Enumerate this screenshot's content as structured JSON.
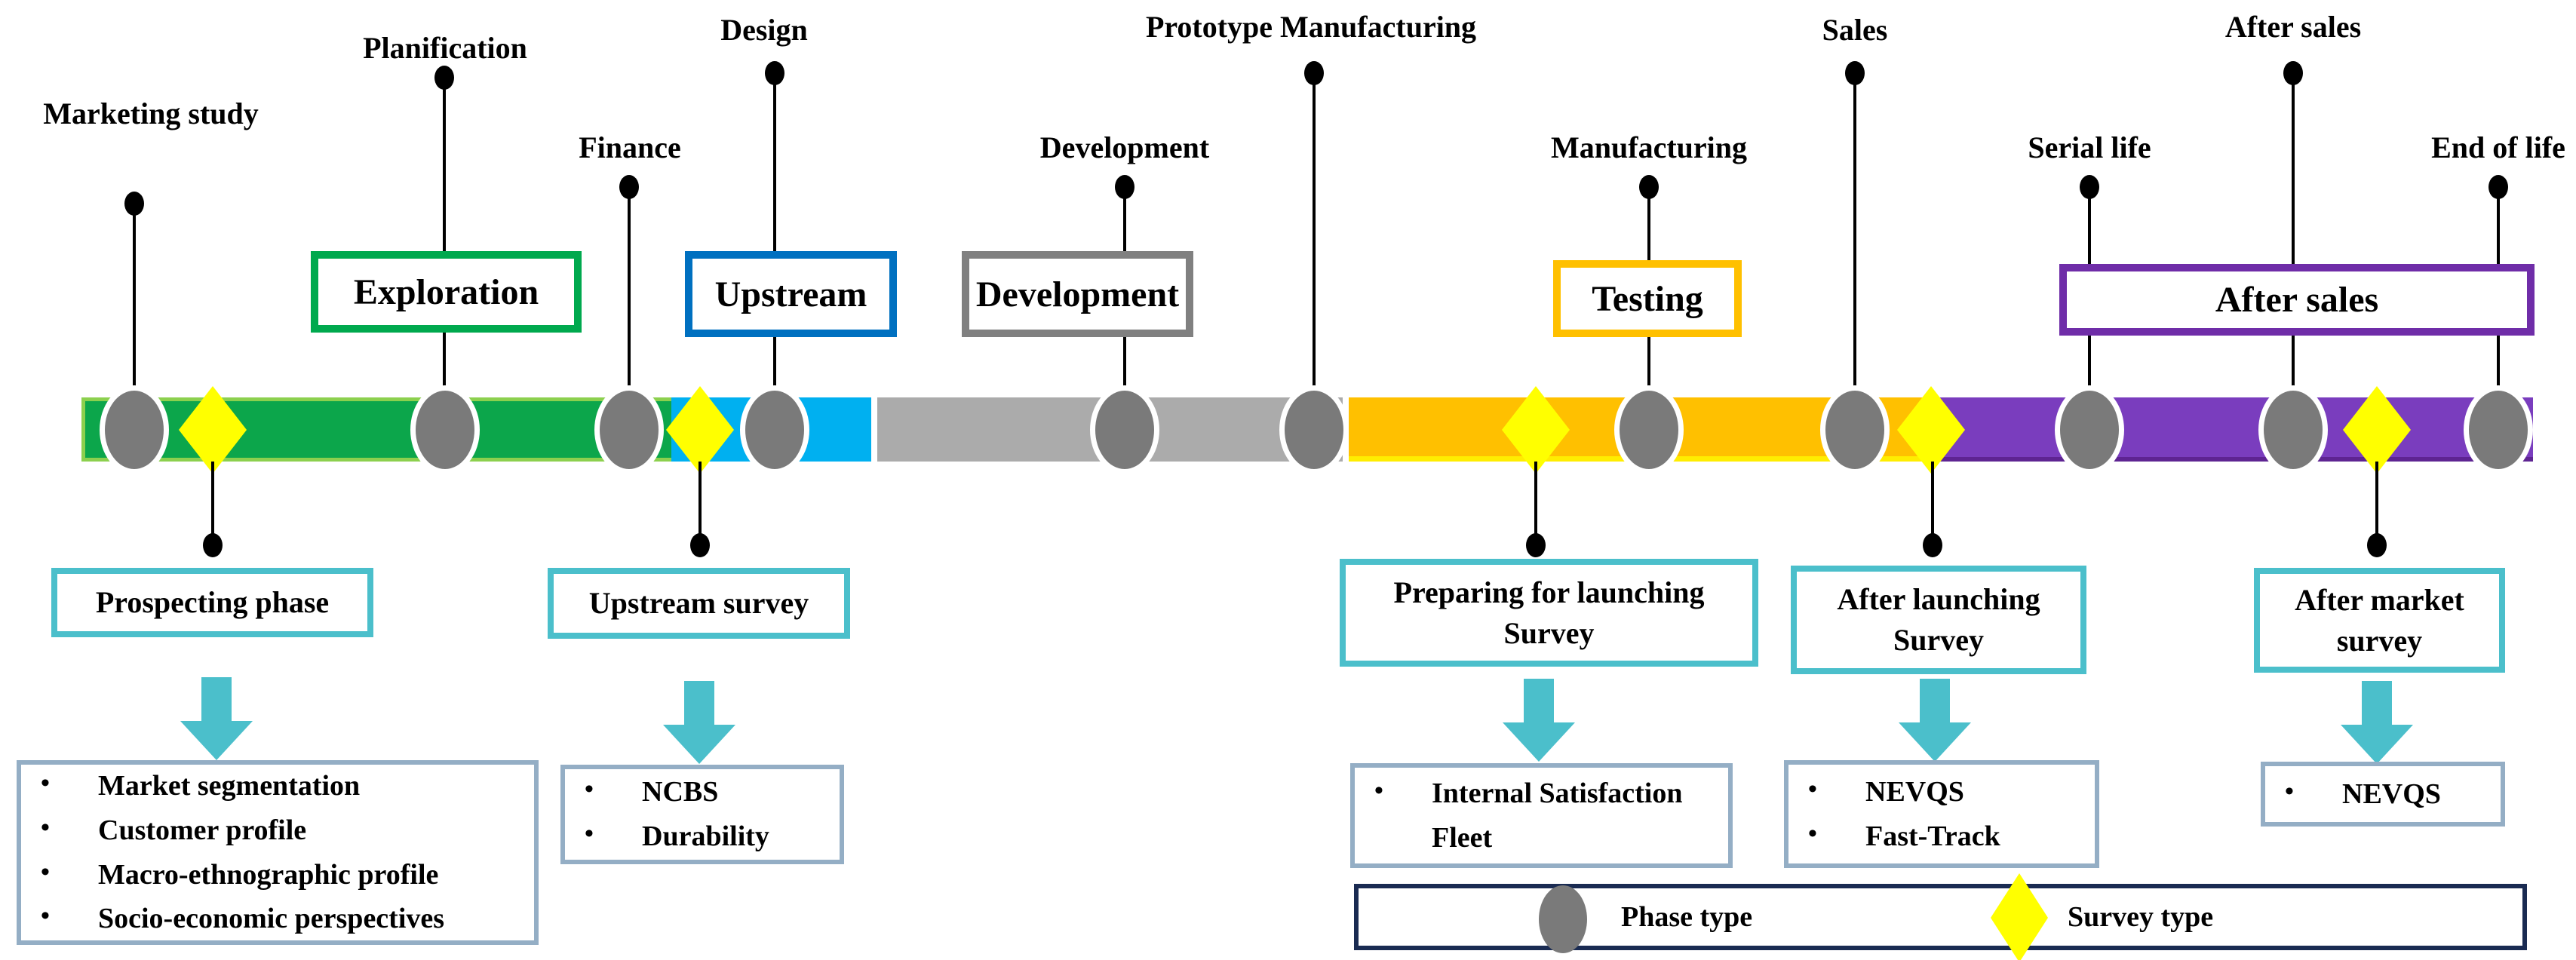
{
  "top_labels": [
    "Marketing study",
    "Planification",
    "Finance",
    "Design",
    "Development",
    "Prototype Manufacturing",
    "Manufacturing",
    "Sales",
    "Serial life",
    "After sales",
    "End of life"
  ],
  "phases": [
    "Exploration",
    "Upstream",
    "Development",
    "Testing",
    "After sales"
  ],
  "surveys": [
    {
      "title": "Prospecting phase",
      "items": [
        "Market segmentation",
        "Customer profile",
        "Macro-ethnographic profile",
        "Socio-economic perspectives"
      ]
    },
    {
      "title": "Upstream survey",
      "items": [
        "NCBS",
        "Durability"
      ]
    },
    {
      "title": "Preparing for launching Survey",
      "items": [
        "Internal Satisfaction Fleet"
      ]
    },
    {
      "title": "After launching Survey",
      "items": [
        "NEVQS",
        "Fast-Track"
      ]
    },
    {
      "title": "After market survey",
      "items": [
        "NEVQS"
      ]
    }
  ],
  "legend": {
    "items": [
      {
        "icon": "phase-marker-icon",
        "label": "Phase type"
      },
      {
        "icon": "survey-marker-icon",
        "label": "Survey type"
      }
    ]
  },
  "colors": {
    "phase_green": "#00A94E",
    "segment_green": "#0CA64B",
    "segment_green_edge": "#8CD04E",
    "phase_blue": "#0070C0",
    "segment_blue": "#00B0F0",
    "phase_gray": "#808080",
    "segment_gray": "#ABABAB",
    "phase_gold": "#FFC000",
    "segment_gold": "#FFC000",
    "phase_purple": "#6F2DA8",
    "segment_purple": "#7A3DBE",
    "survey_teal": "#4BBFCB",
    "list_border": "#94AEC5",
    "legend_border": "#1A2B52",
    "marker_gray": "#7A7A7A",
    "marker_yellow": "#FFFF00"
  }
}
